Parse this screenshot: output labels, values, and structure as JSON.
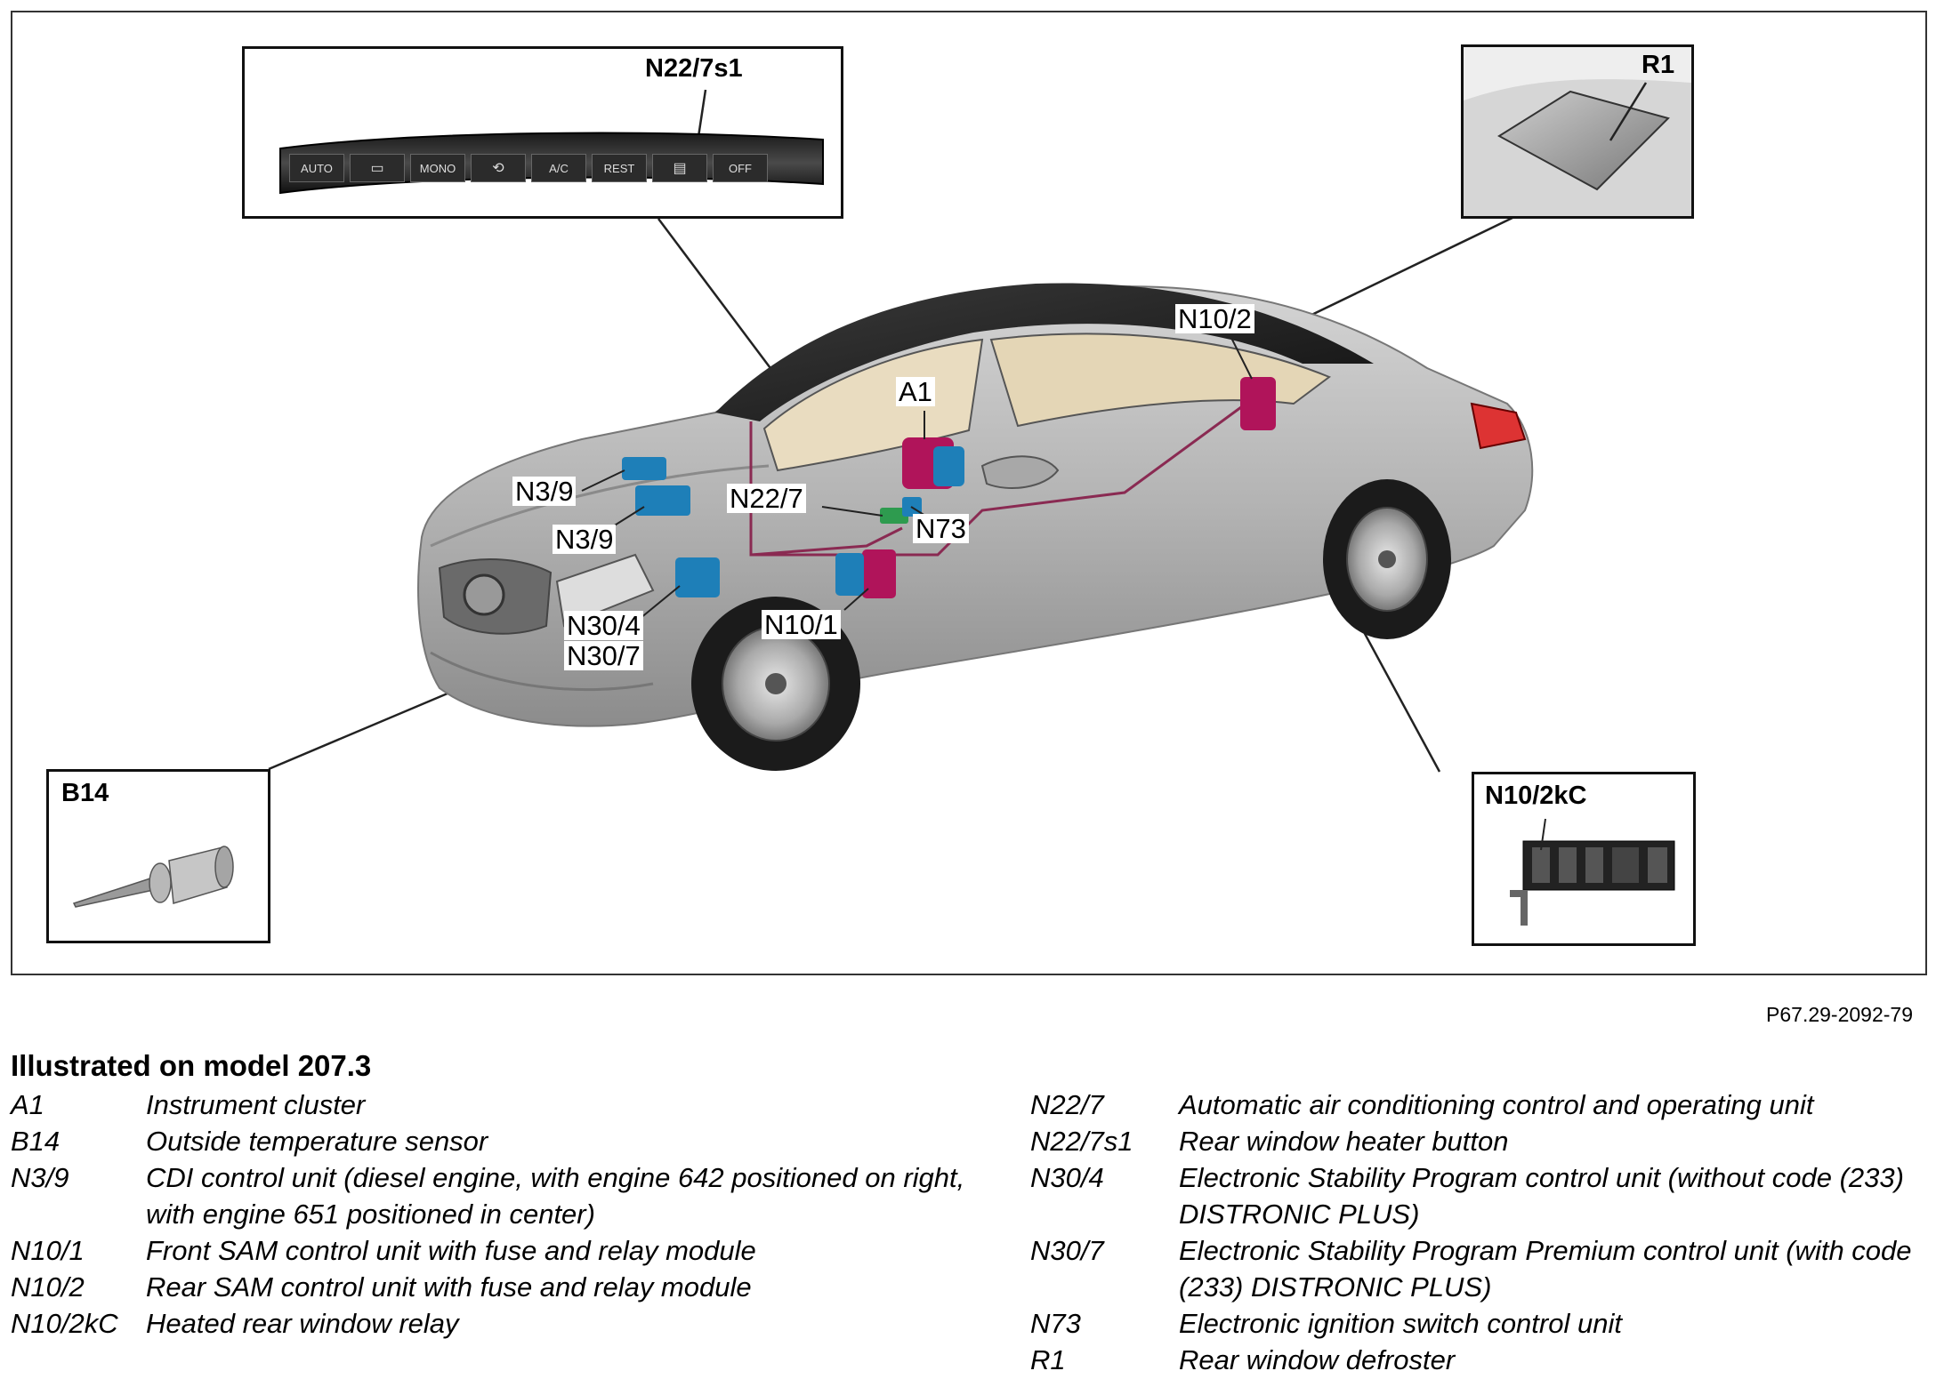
{
  "figure": {
    "inset_labels": {
      "switch": "N22/7s1",
      "defroster": "R1",
      "sensor": "B14",
      "relay": "N10/2kC"
    },
    "button_labels": [
      "AUTO",
      "",
      "MONO",
      "",
      "A/C",
      "REST",
      "",
      "OFF"
    ],
    "callouts": {
      "a1": "A1",
      "n10_2": "N10/2",
      "n3_9_a": "N3/9",
      "n3_9_b": "N3/9",
      "n22_7": "N22/7",
      "n73": "N73",
      "n30_4": "N30/4",
      "n30_7": "N30/7",
      "n10_1": "N10/1"
    },
    "colors": {
      "component_magenta": "#b0145a",
      "component_blue": "#1e7fb8",
      "component_green": "#2e9b4f",
      "car_body": "#b9b9b9"
    }
  },
  "reference": "P67.29-2092-79",
  "legend": {
    "title": "Illustrated on model 207.3",
    "left": [
      {
        "code": "A1",
        "desc": "Instrument cluster"
      },
      {
        "code": "B14",
        "desc": "Outside temperature sensor"
      },
      {
        "code": "N3/9",
        "desc": "CDI control unit (diesel engine, with engine 642 positioned on right, with engine 651 positioned in center)"
      },
      {
        "code": "N10/1",
        "desc": "Front SAM control unit with fuse and relay module"
      },
      {
        "code": "N10/2",
        "desc": "Rear SAM control unit with fuse and relay module"
      },
      {
        "code": "N10/2kC",
        "desc": "Heated rear window relay"
      }
    ],
    "right": [
      {
        "code": "N22/7",
        "desc": "Automatic air conditioning control and operating unit"
      },
      {
        "code": "N22/7s1",
        "desc": "Rear window heater button"
      },
      {
        "code": "N30/4",
        "desc": "Electronic Stability Program control unit (without code (233) DISTRONIC PLUS)"
      },
      {
        "code": "N30/7",
        "desc": "Electronic Stability Program Premium control unit (with code (233) DISTRONIC PLUS)"
      },
      {
        "code": "N73",
        "desc": "Electronic ignition switch control unit"
      },
      {
        "code": "R1",
        "desc": "Rear window defroster"
      }
    ]
  }
}
